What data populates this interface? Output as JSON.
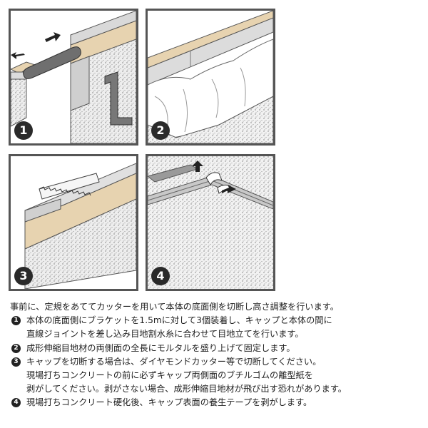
{
  "panels": [
    {
      "number": "1"
    },
    {
      "number": "2"
    },
    {
      "number": "3"
    },
    {
      "number": "4"
    }
  ],
  "intro": "事前に、定規をあててカッターを用いて本体の底面側を切断し高さ調整を行います。",
  "steps": [
    {
      "number": "1",
      "lines": [
        "本体の底面側にブラケットを1.5mに対して3個装着し、キャップと本体の間に",
        "直線ジョイントを差し込み目地割水糸に合わせて目地立てを行います。"
      ]
    },
    {
      "number": "2",
      "lines": [
        "成形伸縮目地材の両側面の全長にモルタルを盛り上げて固定します。"
      ]
    },
    {
      "number": "3",
      "lines": [
        "キャップを切断する場合は、ダイヤモンドカッター等で切断してください。",
        "現場打ちコンクリートの前に必ずキャップ両側面のブチルゴムの離型紙を",
        "剥がしてください。剥がさない場合、成形伸縮目地材が飛び出す恐れがあります。"
      ]
    },
    {
      "number": "4",
      "lines": [
        "現場打ちコンクリート硬化後、キャップ表面の養生テープを剥がします。"
      ]
    }
  ],
  "colors": {
    "frame": "#555555",
    "badge": "#2a2a2a",
    "tan": "#e7d3b0",
    "gray": "#8a8a8a"
  }
}
